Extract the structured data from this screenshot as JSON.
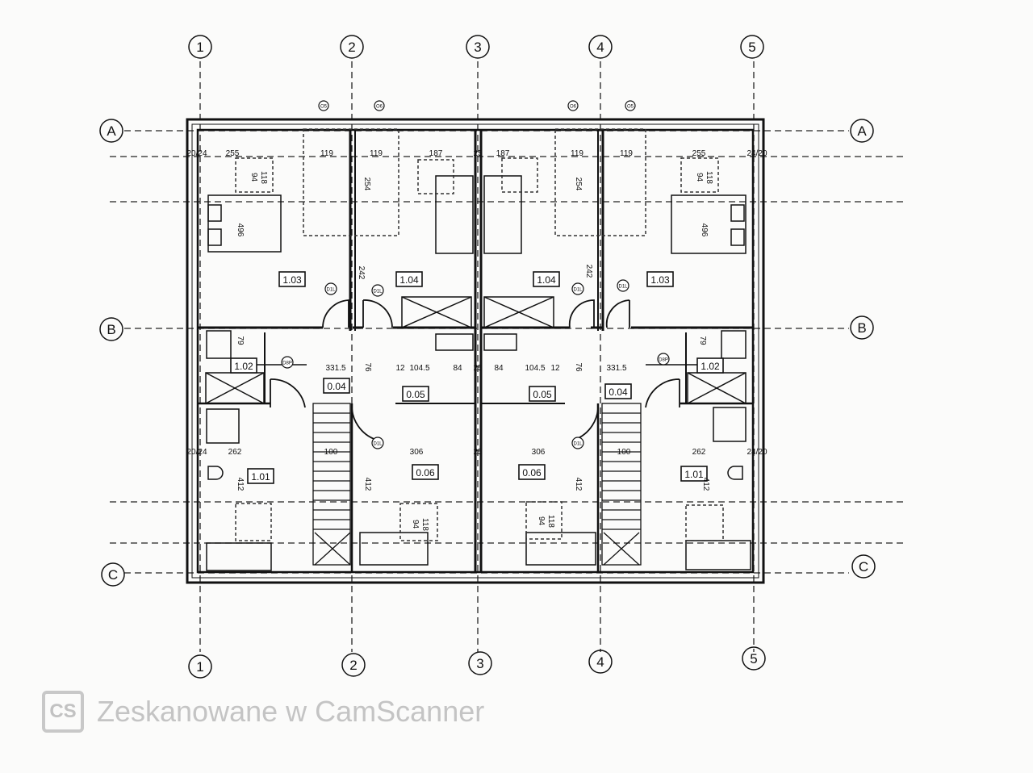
{
  "grid": {
    "columns": [
      "1",
      "2",
      "3",
      "4",
      "5"
    ],
    "rows": [
      "A",
      "B",
      "C"
    ]
  },
  "rooms": [
    "1.03",
    "1.04",
    "1.04",
    "1.03",
    "1.02",
    "0.04",
    "0.05",
    "0.05",
    "0.04",
    "1.02",
    "1.01",
    "0.06",
    "0.06",
    "1.01"
  ],
  "dims_top": [
    "20/24",
    "255",
    "119",
    "119",
    "187",
    "25",
    "187",
    "119",
    "119",
    "255",
    "24/20"
  ],
  "dims_mid": [
    "331.5",
    "12",
    "104.5",
    "84",
    "25",
    "84",
    "104.5",
    "12",
    "331.5"
  ],
  "dims_low": [
    "20/24",
    "262",
    "100",
    "306",
    "25",
    "306",
    "100",
    "262",
    "24/20"
  ],
  "dims_vert": [
    "496",
    "496",
    "254",
    "254",
    "79",
    "79",
    "412",
    "412",
    "412",
    "412",
    "76",
    "76",
    "242",
    "242"
  ],
  "door_tags": [
    "D1L",
    "D1L",
    "D1L",
    "D1L",
    "D8P",
    "D8P",
    "D1L",
    "D1L"
  ],
  "window_tags": [
    "O5",
    "O6",
    "O6",
    "O5"
  ],
  "skylight_dims": [
    "94",
    "118"
  ],
  "watermark": {
    "logo": "CS",
    "text": "Zeskanowane w CamScanner"
  }
}
